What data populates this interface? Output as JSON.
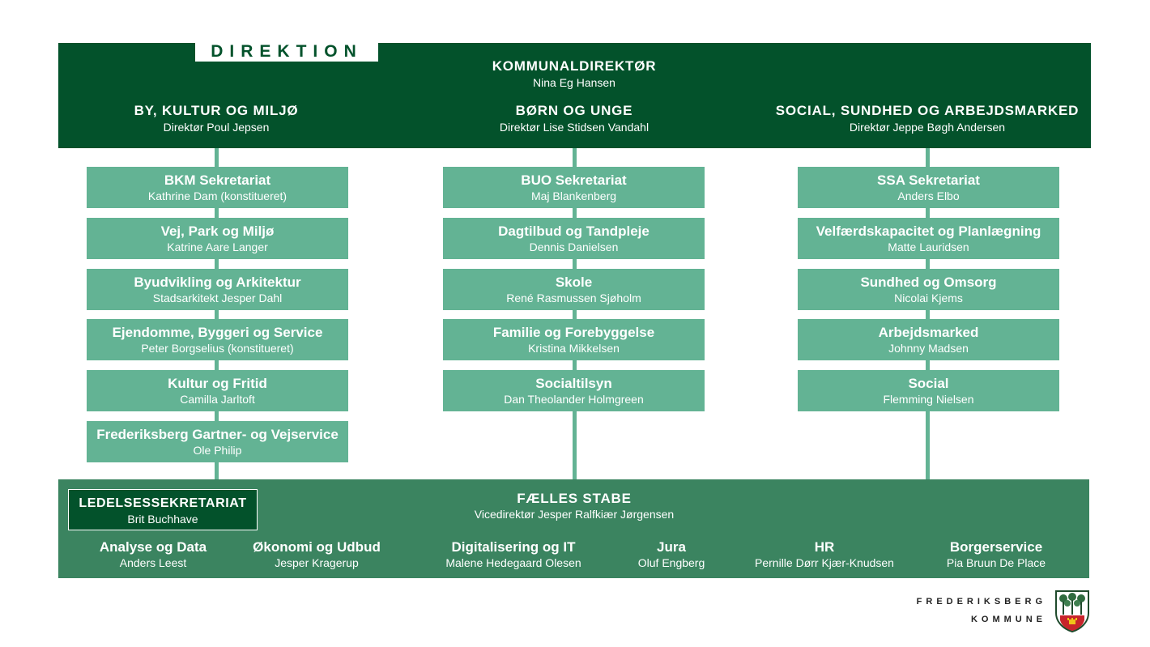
{
  "colors": {
    "dark_green": "#03522b",
    "mid_green": "#63b394",
    "bottom_green": "#3b8460",
    "white": "#ffffff"
  },
  "direktion": "DIREKTION",
  "kommunaldirektor": {
    "title": "KOMMUNALDIREKTØR",
    "name": "Nina Eg Hansen"
  },
  "divisions": [
    {
      "title": "BY, KULTUR OG MILJØ",
      "director": "Direktør Poul Jepsen",
      "units": [
        {
          "title": "BKM Sekretariat",
          "name": "Kathrine Dam (konstitueret)"
        },
        {
          "title": "Vej, Park og Miljø",
          "name": "Katrine Aare Langer"
        },
        {
          "title": "Byudvikling og Arkitektur",
          "name": "Stadsarkitekt Jesper Dahl"
        },
        {
          "title": "Ejendomme, Byggeri og Service",
          "name": "Peter Borgselius (konstitueret)"
        },
        {
          "title": "Kultur og Fritid",
          "name": "Camilla Jarltoft"
        },
        {
          "title": "Frederiksberg Gartner- og Vejservice",
          "name": "Ole Philip"
        }
      ]
    },
    {
      "title": "BØRN OG UNGE",
      "director": "Direktør Lise Stidsen Vandahl",
      "units": [
        {
          "title": "BUO Sekretariat",
          "name": "Maj Blankenberg"
        },
        {
          "title": "Dagtilbud og Tandpleje",
          "name": "Dennis Danielsen"
        },
        {
          "title": "Skole",
          "name": "René Rasmussen Sjøholm"
        },
        {
          "title": "Familie og Forebyggelse",
          "name": "Kristina Mikkelsen"
        },
        {
          "title": "Socialtilsyn",
          "name": "Dan Theolander Holmgreen"
        }
      ]
    },
    {
      "title": "SOCIAL, SUNDHED OG ARBEJDSMARKED",
      "director": "Direktør Jeppe Bøgh Andersen",
      "units": [
        {
          "title": "SSA Sekretariat",
          "name": "Anders Elbo"
        },
        {
          "title": "Velfærdskapacitet og Planlægning",
          "name": "Matte Lauridsen"
        },
        {
          "title": "Sundhed og Omsorg",
          "name": "Nicolai Kjems"
        },
        {
          "title": "Arbejdsmarked",
          "name": "Johnny Madsen"
        },
        {
          "title": "Social",
          "name": "Flemming Nielsen"
        }
      ]
    }
  ],
  "ledelsessekretariat": {
    "title": "LEDELSESSEKRETARIAT",
    "name": "Brit Buchhave"
  },
  "faelles_stabe": {
    "title": "FÆLLES STABE",
    "name": "Vicedirektør Jesper Ralfkiær Jørgensen"
  },
  "stabe": [
    {
      "title": "Analyse og Data",
      "name": "Anders Leest"
    },
    {
      "title": "Økonomi og Udbud",
      "name": "Jesper Kragerup"
    },
    {
      "title": "Digitalisering og IT",
      "name": "Malene Hedegaard Olesen"
    },
    {
      "title": "Jura",
      "name": "Oluf Engberg"
    },
    {
      "title": "HR",
      "name": "Pernille Dørr Kjær-Knudsen"
    },
    {
      "title": "Borgerservice",
      "name": "Pia Bruun De Place"
    }
  ],
  "logo": {
    "line1": "FREDERIKSBERG",
    "line2": "KOMMUNE",
    "icon": "frederiksberg-coat-of-arms-icon"
  }
}
